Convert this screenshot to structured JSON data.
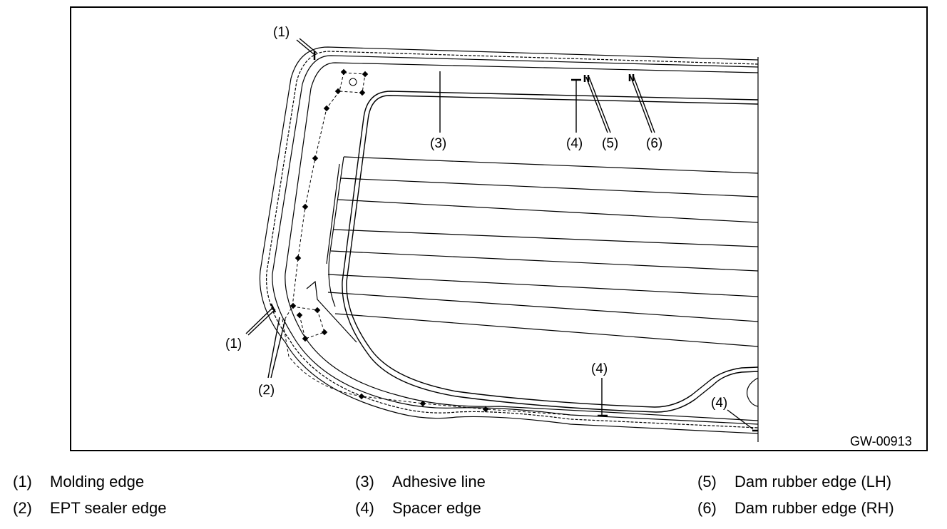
{
  "figure": {
    "id": "GW-00913",
    "callouts": {
      "c1_top": "(1)",
      "c1_bottom": "(1)",
      "c2": "(2)",
      "c3": "(3)",
      "c4_top": "(4)",
      "c4_mid": "(4)",
      "c4_right": "(4)",
      "c5": "(5)",
      "c6": "(6)"
    }
  },
  "legend": [
    {
      "number": "(1)",
      "text": "Molding edge"
    },
    {
      "number": "(2)",
      "text": "EPT sealer edge"
    },
    {
      "number": "(3)",
      "text": "Adhesive line"
    },
    {
      "number": "(4)",
      "text": "Spacer edge"
    },
    {
      "number": "(5)",
      "text": "Dam rubber edge (LH)"
    },
    {
      "number": "(6)",
      "text": "Dam rubber edge (RH)"
    }
  ]
}
